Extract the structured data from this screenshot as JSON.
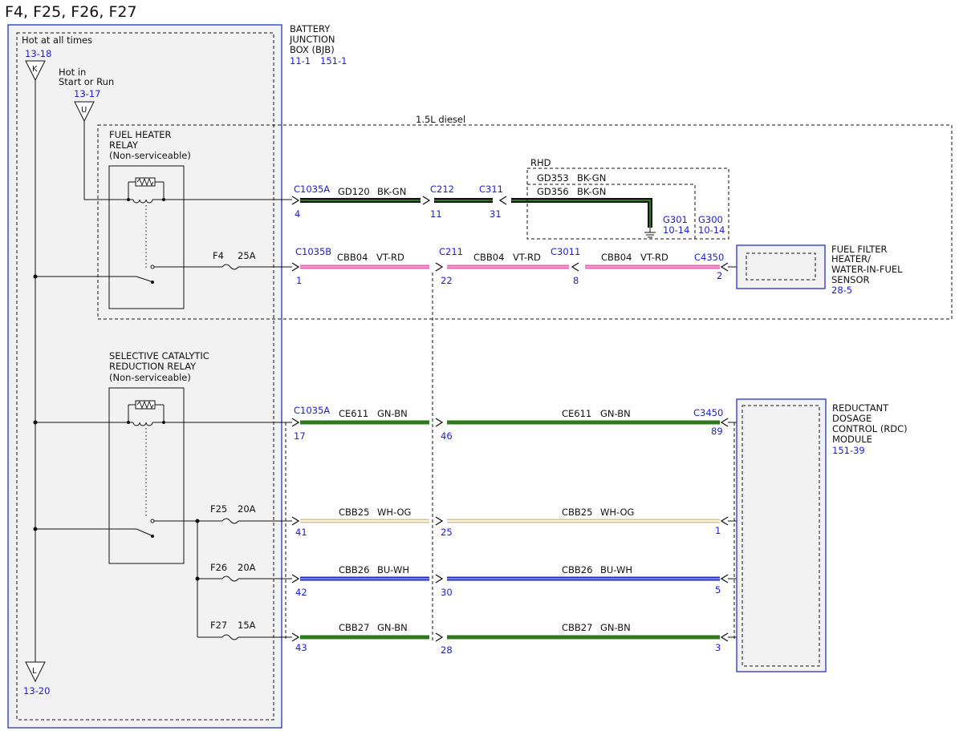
{
  "title": "F4, F25, F26, F27",
  "colors": {
    "bk_gn": "#000000",
    "gn": "#2f7a1e",
    "pink": "#e860b0",
    "bu": "#1a27c8",
    "wh_og": "#f0d6a8",
    "ref": "#1c1cd6",
    "box_fill": "#f2f2f2"
  },
  "bjb": {
    "name": "BATTERY JUNCTION BOX (BJB)",
    "line1": "BATTERY",
    "line2": "JUNCTION",
    "line3": "BOX (BJB)",
    "ref1": "11-1",
    "ref2": "151-1"
  },
  "feeds": {
    "hot_all_times": "Hot at all times",
    "hot_all_ref": "13-18",
    "k_letter": "K",
    "hot_start_1": "Hot in",
    "hot_start_2": "Start or Run",
    "hot_start_ref": "13-17",
    "u_letter": "U",
    "l_letter": "L",
    "l_ref": "13-20"
  },
  "diesel_label": "1.5L diesel",
  "rhd_label": "RHD",
  "fuel_relay": {
    "line1": "FUEL HEATER",
    "line2": "RELAY",
    "line3": "(Non-serviceable)"
  },
  "scr_relay": {
    "line1": "SELECTIVE CATALYTIC",
    "line2": "REDUCTION RELAY",
    "line3": "(Non-serviceable)"
  },
  "fuses": [
    {
      "name": "F4",
      "amps": "25A"
    },
    {
      "name": "F25",
      "amps": "20A"
    },
    {
      "name": "F26",
      "amps": "20A"
    },
    {
      "name": "F27",
      "amps": "15A"
    }
  ],
  "wires": {
    "gd120": {
      "circuit": "GD120",
      "color": "BK-GN"
    },
    "gd353": {
      "circuit": "GD353",
      "color": "BK-GN"
    },
    "gd356": {
      "circuit": "GD356",
      "color": "BK-GN"
    },
    "cbb04_a": {
      "circuit": "CBB04",
      "color": "VT-RD"
    },
    "cbb04_b": {
      "circuit": "CBB04",
      "color": "VT-RD"
    },
    "cbb04_c": {
      "circuit": "CBB04",
      "color": "VT-RD"
    },
    "ce611_a": {
      "circuit": "CE611",
      "color": "GN-BN"
    },
    "ce611_b": {
      "circuit": "CE611",
      "color": "GN-BN"
    },
    "cbb25_a": {
      "circuit": "CBB25",
      "color": "WH-OG"
    },
    "cbb25_b": {
      "circuit": "CBB25",
      "color": "WH-OG"
    },
    "cbb26_a": {
      "circuit": "CBB26",
      "color": "BU-WH"
    },
    "cbb26_b": {
      "circuit": "CBB26",
      "color": "BU-WH"
    },
    "cbb27_a": {
      "circuit": "CBB27",
      "color": "GN-BN"
    },
    "cbb27_b": {
      "circuit": "CBB27",
      "color": "GN-BN"
    }
  },
  "connectors": {
    "c1035a_top": "C1035A",
    "c1035b": "C1035B",
    "c1035a_mid": "C1035A",
    "c212": "C212",
    "c311": "C311",
    "c211": "C211",
    "c3011": "C3011",
    "c4350": "C4350",
    "c3450": "C3450"
  },
  "pins": {
    "p4": "4",
    "p11": "11",
    "p31": "31",
    "p1": "1",
    "p22": "22",
    "p8": "8",
    "p2": "2",
    "p17": "17",
    "p46": "46",
    "p89": "89",
    "p41": "41",
    "p25": "25",
    "p1b": "1",
    "p42": "42",
    "p30": "30",
    "p5": "5",
    "p43": "43",
    "p28": "28",
    "p3": "3"
  },
  "grounds": {
    "g301": "G301",
    "g301_ref": "10-14",
    "g300": "G300",
    "g300_ref": "10-14"
  },
  "fuel_filter": {
    "line1": "FUEL FILTER",
    "line2": "HEATER/",
    "line3": "WATER-IN-FUEL",
    "line4": "SENSOR",
    "ref": "28-5"
  },
  "rdc": {
    "line1": "REDUCTANT",
    "line2": "DOSAGE",
    "line3": "CONTROL (RDC)",
    "line4": "MODULE",
    "ref": "151-39"
  }
}
